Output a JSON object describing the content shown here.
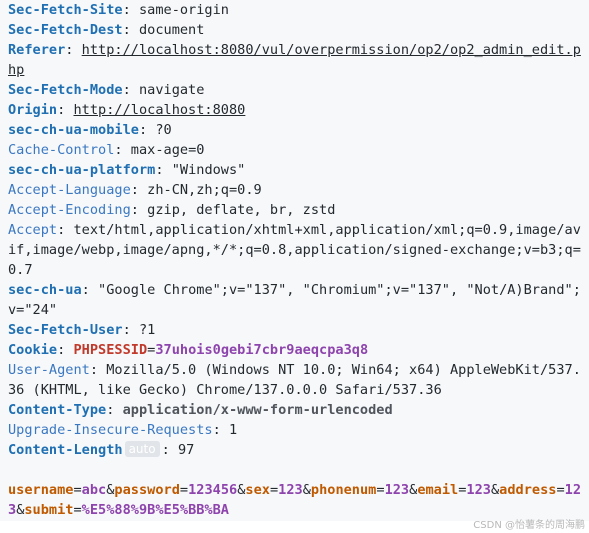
{
  "headers": [
    {
      "key": "Sec-Fetch-Site",
      "bold": true,
      "value": "same-origin"
    },
    {
      "key": "Sec-Fetch-Dest",
      "bold": true,
      "value": "document"
    },
    {
      "key": "Referer",
      "bold": true,
      "value": "http://localhost:8080/vul/overpermission/op2/op2_admin_edit.php",
      "url": true
    },
    {
      "key": "Sec-Fetch-Mode",
      "bold": true,
      "value": "navigate"
    },
    {
      "key": "Origin",
      "bold": true,
      "value": "http://localhost:8080",
      "url": true
    },
    {
      "key": "sec-ch-ua-mobile",
      "bold": true,
      "value": "?0"
    },
    {
      "key": "Cache-Control",
      "bold": false,
      "value": "max-age=0"
    },
    {
      "key": "sec-ch-ua-platform",
      "bold": true,
      "value": "\"Windows\""
    },
    {
      "key": "Accept-Language",
      "bold": false,
      "value": "zh-CN,zh;q=0.9"
    },
    {
      "key": "Accept-Encoding",
      "bold": false,
      "value": "gzip, deflate, br, zstd"
    },
    {
      "key": "Accept",
      "bold": false,
      "value": "text/html,application/xhtml+xml,application/xml;q=0.9,image/avif,image/webp,image/apng,*/*;q=0.8,application/signed-exchange;v=b3;q=0.7"
    },
    {
      "key": "sec-ch-ua",
      "bold": true,
      "value": "\"Google Chrome\";v=\"137\", \"Chromium\";v=\"137\", \"Not/A)Brand\";v=\"24\""
    },
    {
      "key": "Sec-Fetch-User",
      "bold": true,
      "value": "?1"
    },
    {
      "key": "Cookie",
      "bold": true,
      "cookie": true,
      "cookie_key": "PHPSESSID",
      "cookie_value": "37uhois0gebi7cbr9aeqcpa3q8"
    },
    {
      "key": "User-Agent",
      "bold": false,
      "value": "Mozilla/5.0 (Windows NT 10.0; Win64; x64) AppleWebKit/537.36 (KHTML, like Gecko) Chrome/137.0.0.0 Safari/537.36"
    },
    {
      "key": "Content-Type",
      "bold": true,
      "value": "application/x-www-form-urlencoded",
      "value_bold": true
    },
    {
      "key": "Upgrade-Insecure-Requests",
      "bold": false,
      "value": "1"
    },
    {
      "key": "Content-Length",
      "bold": true,
      "tag": "auto",
      "value": "97"
    }
  ],
  "body_params": [
    {
      "key": "username",
      "value": "abc"
    },
    {
      "key": "password",
      "value": "123456"
    },
    {
      "key": "sex",
      "value": "123"
    },
    {
      "key": "phonenum",
      "value": "123"
    },
    {
      "key": "email",
      "value": "123"
    },
    {
      "key": "address",
      "value": "123"
    },
    {
      "key": "submit",
      "value": "%E5%88%9B%E5%BB%BA"
    }
  ],
  "watermark": "CSDN @怡薯条的周海鹏",
  "colors": {
    "background": "#f6f8fa",
    "header_key": "#1f6fb2",
    "cookie_key": "#c0392b",
    "cookie_value": "#8e44ad",
    "body_key": "#c05a00",
    "body_value": "#8e44ad"
  }
}
